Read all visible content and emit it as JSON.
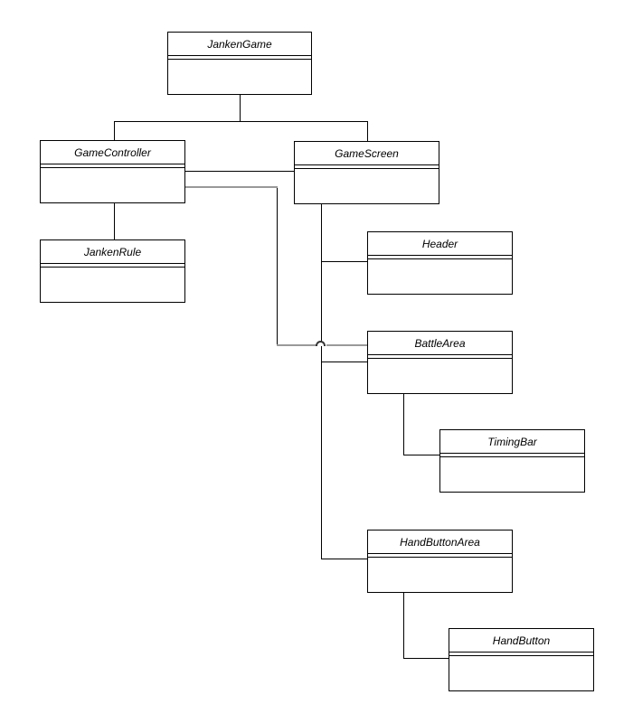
{
  "diagram": {
    "kind": "uml-class-diagram",
    "classes": [
      {
        "id": "jankengame",
        "name": "JankenGame"
      },
      {
        "id": "gamecontroller",
        "name": "GameController"
      },
      {
        "id": "gamescreen",
        "name": "GameScreen"
      },
      {
        "id": "jankenrule",
        "name": "JankenRule"
      },
      {
        "id": "header",
        "name": "Header"
      },
      {
        "id": "battlearea",
        "name": "BattleArea"
      },
      {
        "id": "timingbar",
        "name": "TimingBar"
      },
      {
        "id": "handbuttonarea",
        "name": "HandButtonArea"
      },
      {
        "id": "handbutton",
        "name": "HandButton"
      }
    ],
    "relationships": [
      {
        "from": "JankenGame",
        "to": "GameController",
        "style": "normal"
      },
      {
        "from": "JankenGame",
        "to": "GameScreen",
        "style": "normal"
      },
      {
        "from": "GameController",
        "to": "GameScreen",
        "style": "normal"
      },
      {
        "from": "GameController",
        "to": "JankenRule",
        "style": "normal"
      },
      {
        "from": "GameController",
        "to": "BattleArea",
        "style": "highlighted-gray"
      },
      {
        "from": "GameScreen",
        "to": "Header",
        "style": "normal"
      },
      {
        "from": "GameScreen",
        "to": "BattleArea",
        "style": "normal"
      },
      {
        "from": "GameScreen",
        "to": "HandButtonArea",
        "style": "normal"
      },
      {
        "from": "BattleArea",
        "to": "TimingBar",
        "style": "normal"
      },
      {
        "from": "HandButtonArea",
        "to": "HandButton",
        "style": "normal"
      }
    ]
  },
  "colors": {
    "line": "#000000",
    "grayline": "#999999",
    "hop": "#333333",
    "boxborder": "#000000",
    "bg": "#ffffff"
  }
}
